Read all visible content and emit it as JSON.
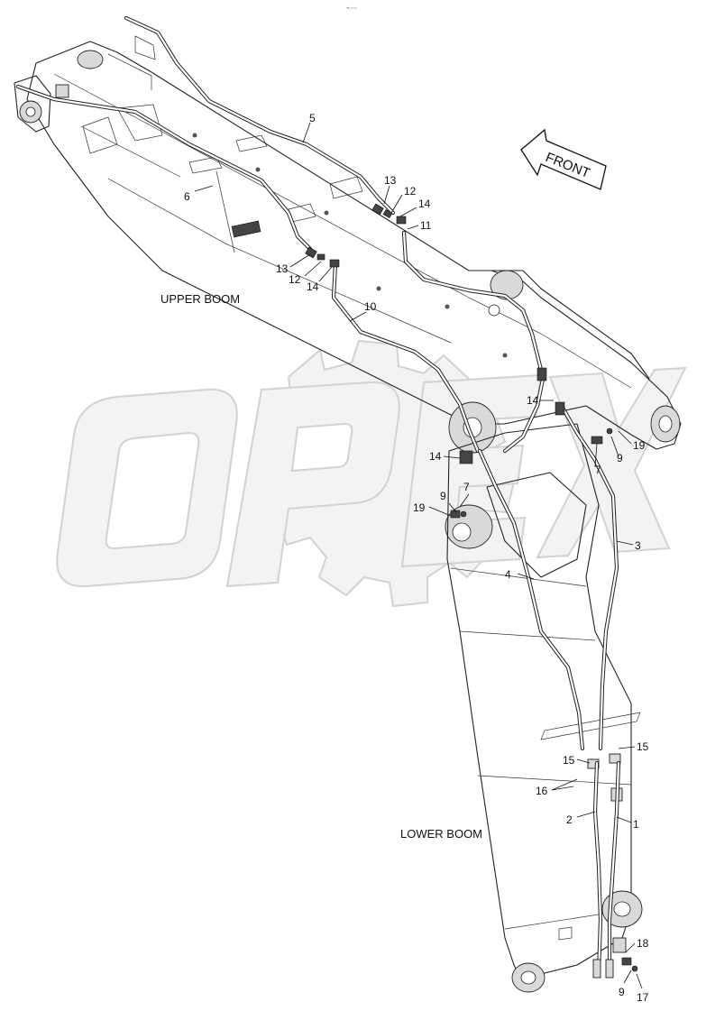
{
  "header": {
    "mark": "*s ==="
  },
  "labels": {
    "upper_boom": "UPPER BOOM",
    "lower_boom": "LOWER BOOM",
    "front": "FRONT"
  },
  "watermark": {
    "text": "OPEX",
    "color": "#d0d0d0"
  },
  "callouts": [
    "5",
    "6",
    "13",
    "12",
    "14",
    "11",
    "13",
    "12",
    "14",
    "10",
    "14",
    "14",
    "7",
    "9",
    "19",
    "9",
    "7",
    "19",
    "3",
    "4",
    "15",
    "15",
    "16",
    "2",
    "1",
    "18",
    "9",
    "17"
  ]
}
